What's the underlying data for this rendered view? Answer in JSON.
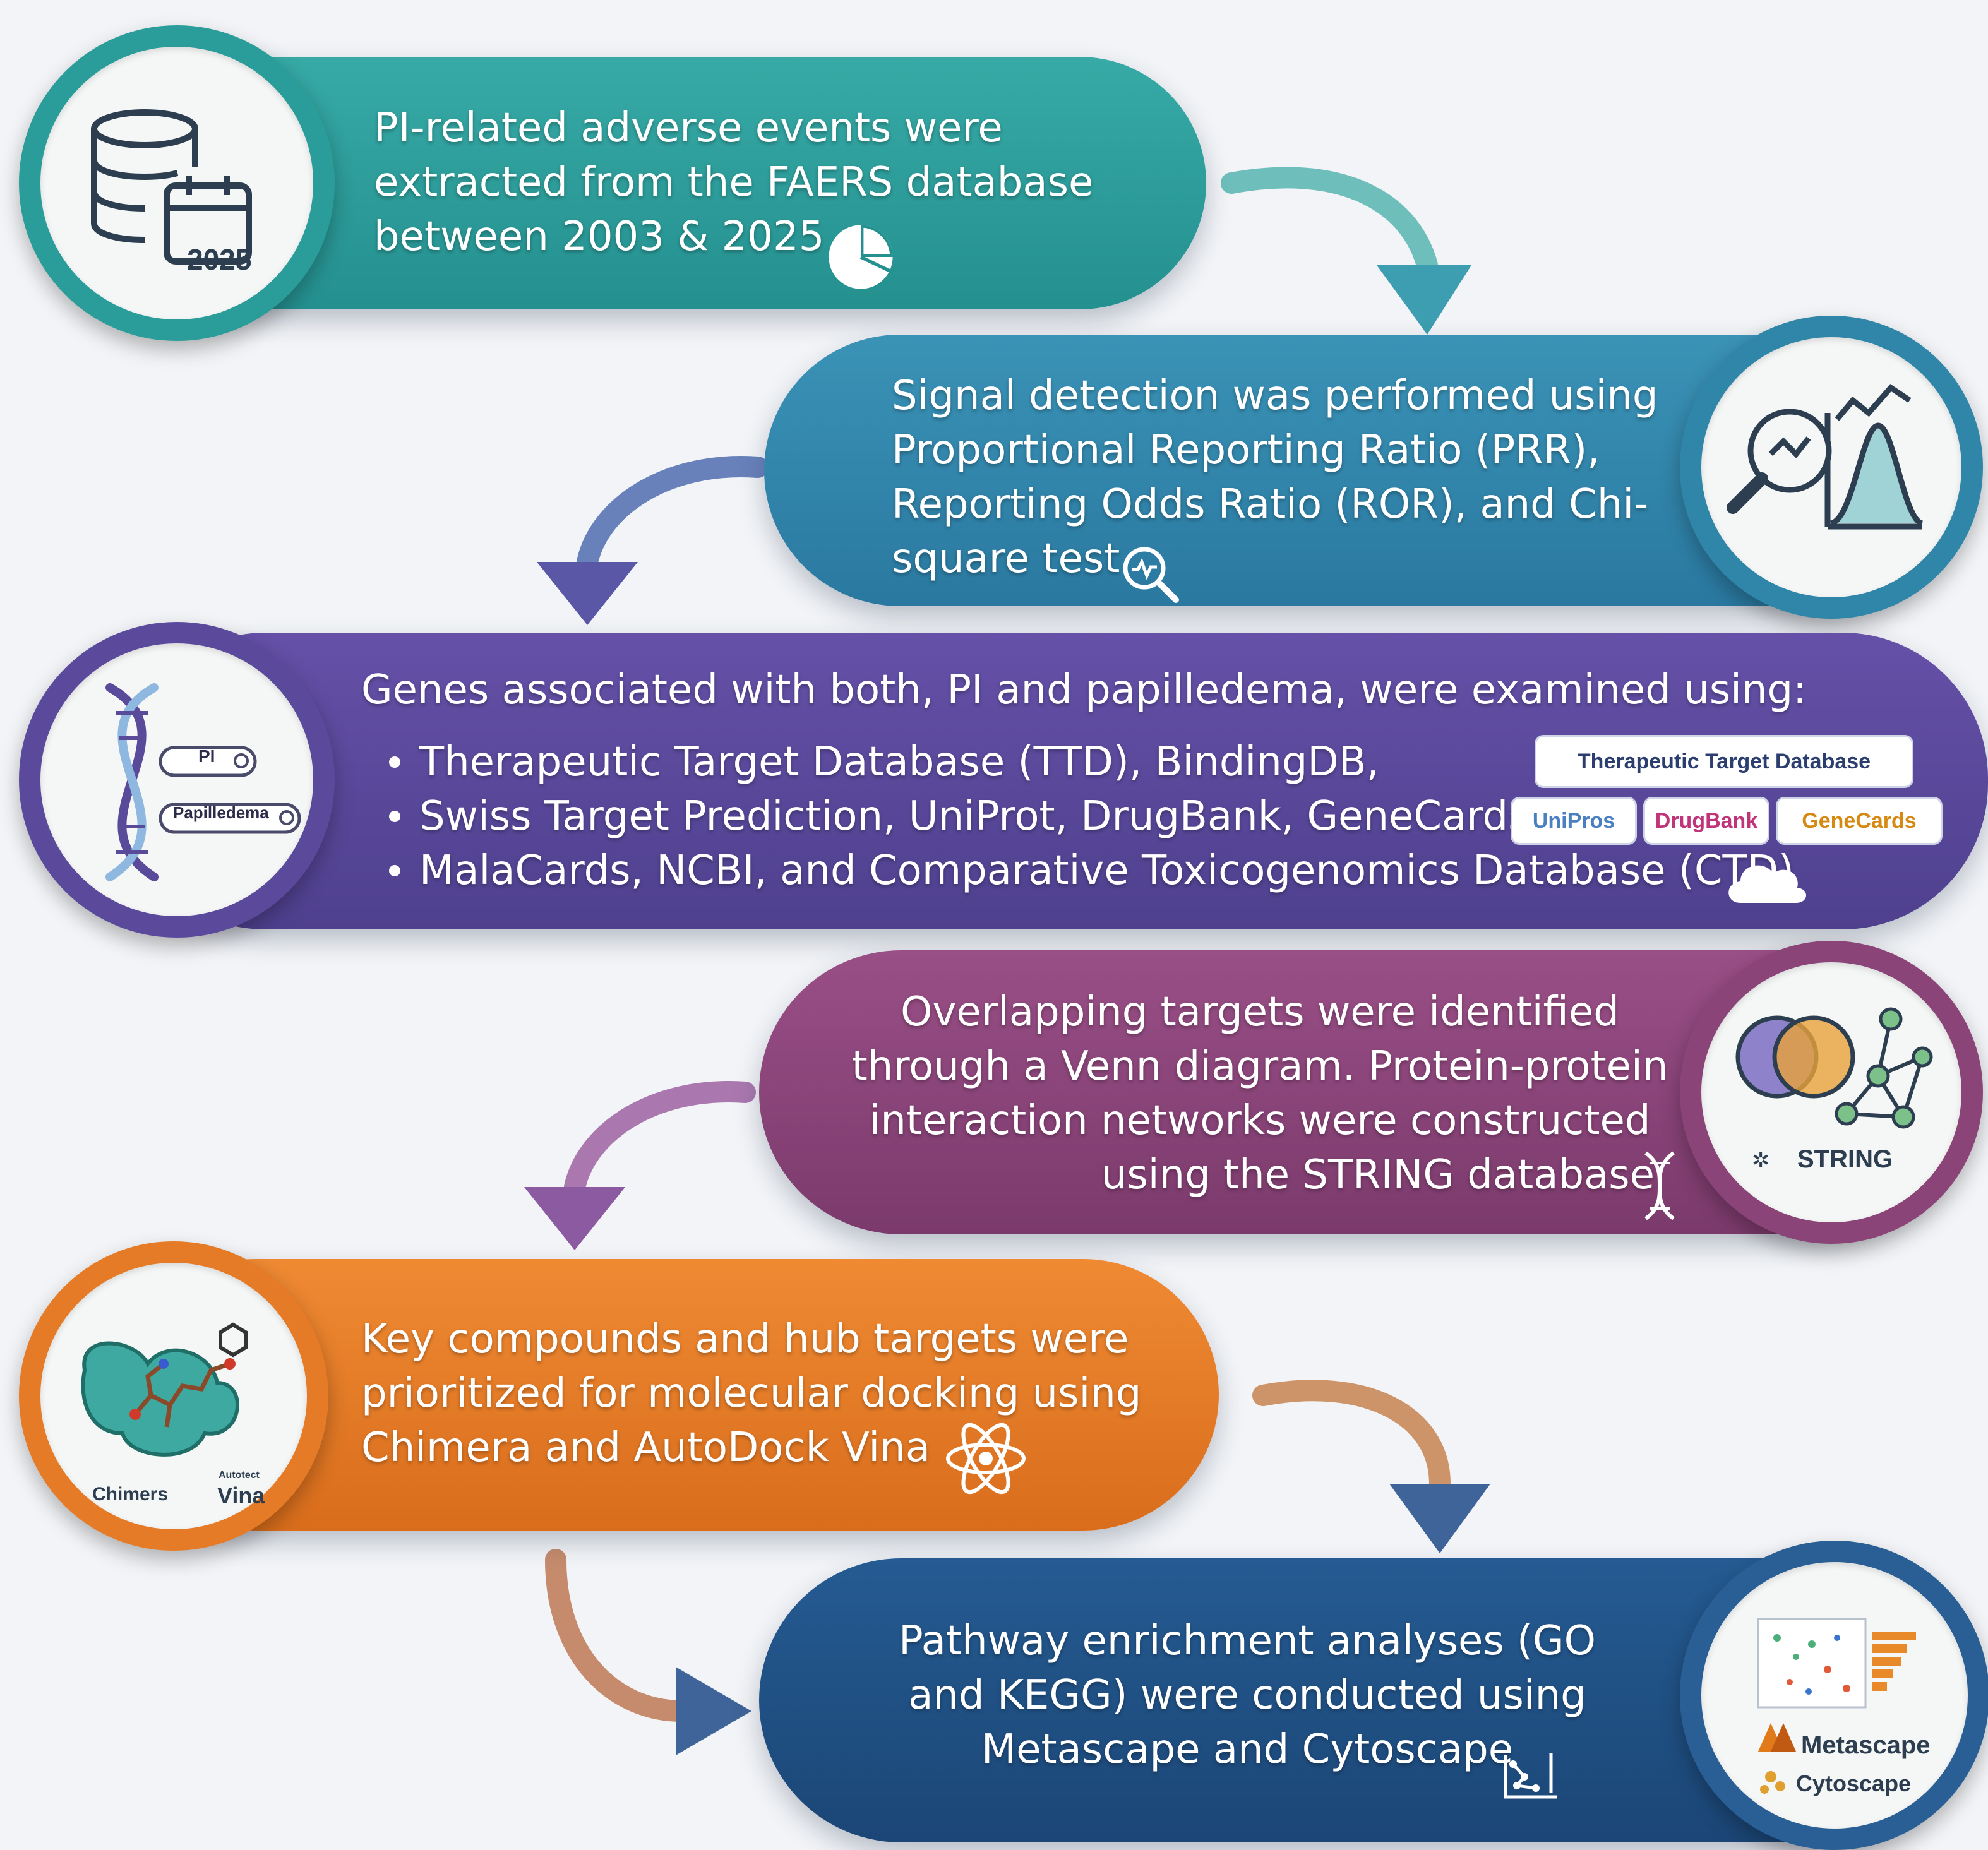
{
  "steps": [
    {
      "lines": [
        "PI-related adverse events were",
        "extracted from the FAERS database",
        "between 2003 & 2025"
      ],
      "icon": "database-calendar-icon",
      "icon_text": "2025",
      "inline_icon": "pie-chart-icon",
      "color": "#2a9d9a"
    },
    {
      "lines": [
        "Signal detection was performed using",
        "Proportional Reporting Ratio (PRR),",
        "Reporting Odds Ratio (ROR), and Chi-",
        "square test"
      ],
      "icon": "magnifier-distribution-icon",
      "inline_icon": "search-pulse-icon",
      "color": "#2f86a8"
    },
    {
      "heading": "Genes associated with both, PI and papilledema, were examined using:",
      "bullets": [
        "Therapeutic Target Database (TTD), BindingDB,",
        "Swiss Target Prediction, UniProt, DrugBank, GeneCards,",
        "MalaCards, NCBI, and Comparative Toxicogenomics Database (CTD)"
      ],
      "icon": "dna-search-icon",
      "icon_search_terms": [
        "PI",
        "Papilledema"
      ],
      "inline_icon": "cloud-icon",
      "logos": {
        "ttd": "Therapeutic Target Database",
        "uniprot": "UniPros",
        "drugbank": "DrugBank",
        "genecards": "GeneCards"
      },
      "color": "#5b4a9c"
    },
    {
      "lines": [
        "Overlapping targets were identified",
        "through a Venn diagram. Protein-protein",
        "interaction networks were constructed",
        "using the STRING database"
      ],
      "icon": "venn-network-icon",
      "icon_text": "STRING",
      "inline_icon": "dna-icon",
      "color": "#8a4478"
    },
    {
      "lines": [
        "Key compounds and hub targets were",
        "prioritized for molecular docking using",
        "Chimera and AutoDock Vina"
      ],
      "icon": "protein-ligand-icon",
      "icon_labels": [
        "Chimers",
        "Autotect",
        "Vina"
      ],
      "inline_icon": "atom-icon",
      "color": "#e57b26"
    },
    {
      "lines": [
        "Pathway enrichment analyses (GO",
        "and KEGG) were conducted using",
        "Metascape and Cytoscape"
      ],
      "icon": "enrichment-chart-icon",
      "icon_labels": [
        "Metascape",
        "Cytoscape"
      ],
      "inline_icon": "network-chart-icon",
      "color": "#1f4f80"
    }
  ]
}
